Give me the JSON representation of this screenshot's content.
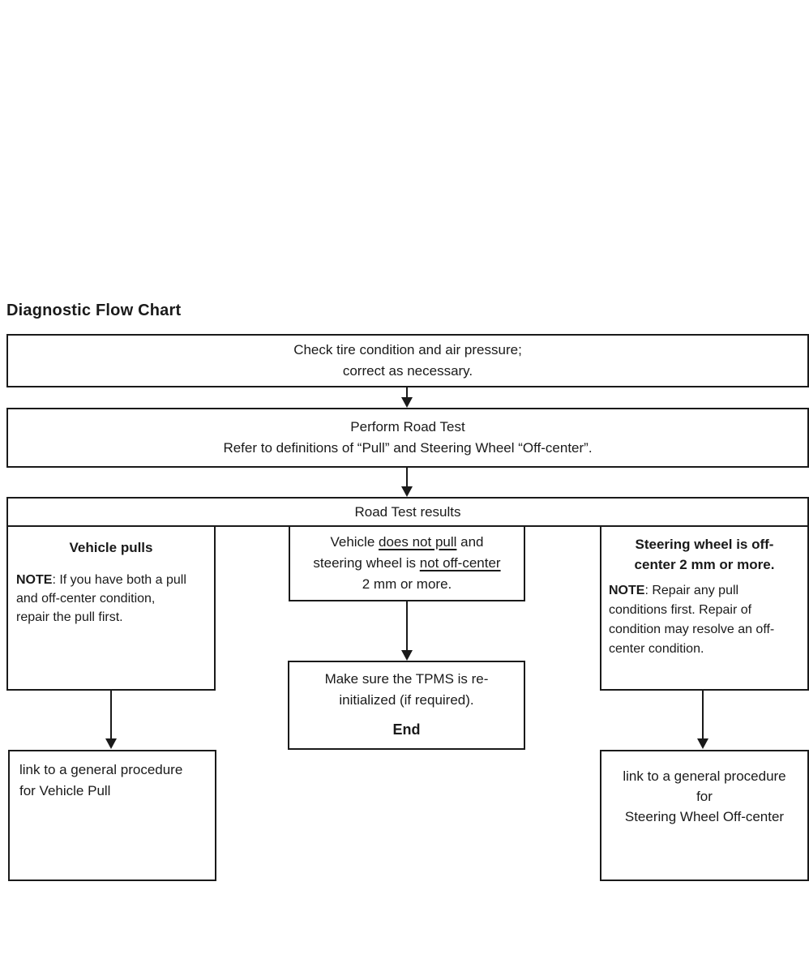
{
  "page": {
    "title": "Diagnostic Flow Chart"
  },
  "flow": {
    "step1": {
      "line1": "Check tire condition and air pressure;",
      "line2": "correct as necessary."
    },
    "step2": {
      "line1": "Perform Road Test",
      "line2": "Refer to definitions of “Pull” and Steering Wheel “Off-center”."
    },
    "results_header": "Road Test results",
    "columns": {
      "left": {
        "heading": "Vehicle pulls",
        "note_label": "NOTE",
        "note_lines": [
          ": If you have both a pull",
          "and off-center condition,",
          "repair the pull first."
        ]
      },
      "middle": {
        "line1_pre": "Vehicle ",
        "line1_u": "does not pull",
        "line1_post": " and",
        "line2_pre": "steering wheel is ",
        "line2_u": "not off-center",
        "line3": "2 mm or more."
      },
      "right": {
        "heading_line1": "Steering wheel is off-",
        "heading_line2": "center 2 mm or more.",
        "note_label": "NOTE",
        "note_lines": [
          ": Repair any pull",
          "conditions first. Repair of",
          "condition may resolve an off-",
          "center condition."
        ]
      }
    },
    "tpms": {
      "line1": "Make sure the TPMS is re-",
      "line2": "initialized (if required).",
      "end_label": "End"
    },
    "link_left": {
      "line1": "link to a general procedure",
      "line2": "for Vehicle Pull"
    },
    "link_right": {
      "line1": "link to a general procedure",
      "line2": "for",
      "line3": "Steering Wheel Off-center"
    }
  },
  "colors": {
    "border": "#1a1a1a",
    "text": "#1a1a1a",
    "background": "#ffffff"
  }
}
